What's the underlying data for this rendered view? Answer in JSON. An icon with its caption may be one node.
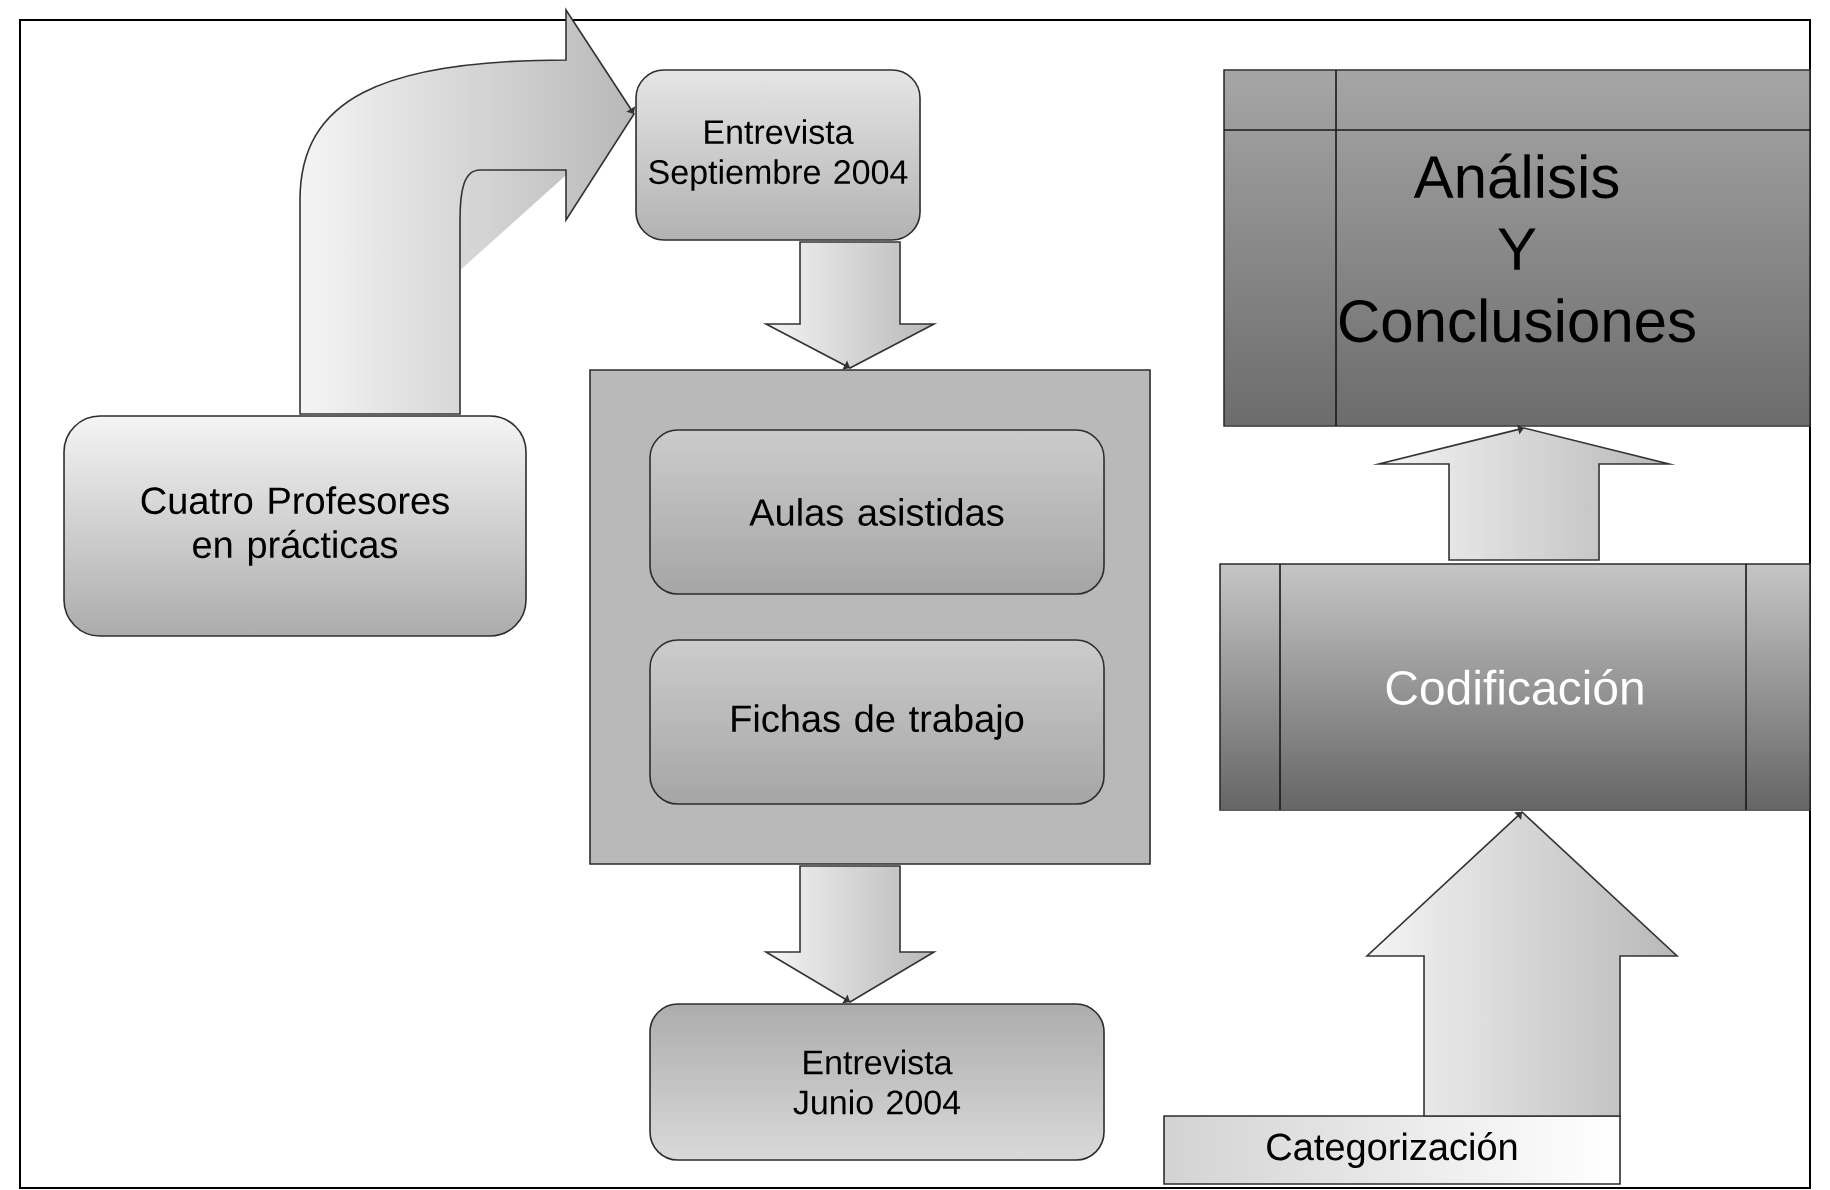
{
  "diagram": {
    "nodes": [
      {
        "text": [
          "Cuatro Profesores en prácticas"
        ]
      },
      {
        "text": [
          "Entrevista Septiembre 2004"
        ]
      },
      {
        "text": [],
        "shape": "box"
      },
      {
        "text": [
          "Aulas asistidas"
        ],
        "in": 2
      },
      {
        "text": [
          "Fichas de trabajo"
        ],
        "in": 2
      },
      {
        "text": [
          "Entrevista Junio 2004"
        ]
      },
      {
        "text": [
          "Análisis Y Conclusiones"
        ]
      },
      {
        "text": [
          "Codificación"
        ]
      },
      {
        "text": [
          "Categorización"
        ]
      }
    ],
    "edges": [
      {
        "from": 0,
        "to": 1,
        "arrow": "to"
      },
      {
        "from": 1,
        "to": 2,
        "arrow": "to"
      },
      {
        "from": 2,
        "to": 5,
        "arrow": "to"
      },
      {
        "from": 7,
        "to": 6,
        "arrow": "to"
      },
      {
        "from": 8,
        "to": 7,
        "arrow": "to"
      }
    ]
  }
}
